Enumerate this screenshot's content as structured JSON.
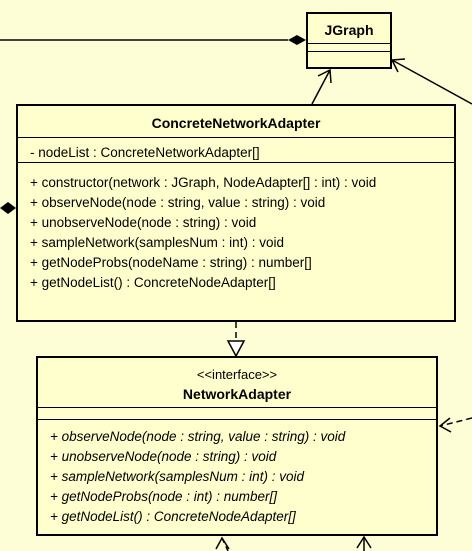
{
  "jgraph": {
    "name": "JGraph"
  },
  "concrete_network_adapter": {
    "name": "ConcreteNetworkAdapter",
    "attributes": [
      "- nodeList : ConcreteNetworkAdapter[]"
    ],
    "operations": [
      "+ constructor(network : JGraph, NodeAdapter[] : int) : void",
      "+ observeNode(node : string, value : string) : void",
      "+ unobserveNode(node : string) : void",
      "+ sampleNetwork(samplesNum : int) : void",
      "+ getNodeProbs(nodeName : string) : number[]",
      "+ getNodeList() : ConcreteNodeAdapter[]"
    ]
  },
  "network_adapter": {
    "stereotype": "<<interface>>",
    "name": "NetworkAdapter",
    "operations": [
      "+ observeNode(node : string, value : string) : void",
      "+ unobserveNode(node : string) : void",
      "+ sampleNetwork(samplesNum : int) : void",
      "+ getNodeProbs(node : int) : number[]",
      "+ getNodeList() : ConcreteNodeAdapter[]"
    ]
  },
  "colors": {
    "background": "#fefed6",
    "box_fill": "#ffffce",
    "line": "#000000"
  }
}
